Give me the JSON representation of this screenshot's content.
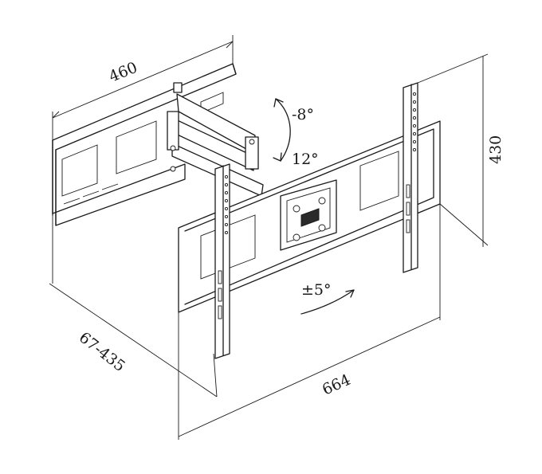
{
  "dimensions": {
    "wall_plate_width": "460",
    "arm_extension": "67-435",
    "tv_bracket_width": "664",
    "tv_bracket_height": "430"
  },
  "angles": {
    "tilt_up": "-8°",
    "tilt_down": "12°",
    "swivel": "±5°"
  }
}
